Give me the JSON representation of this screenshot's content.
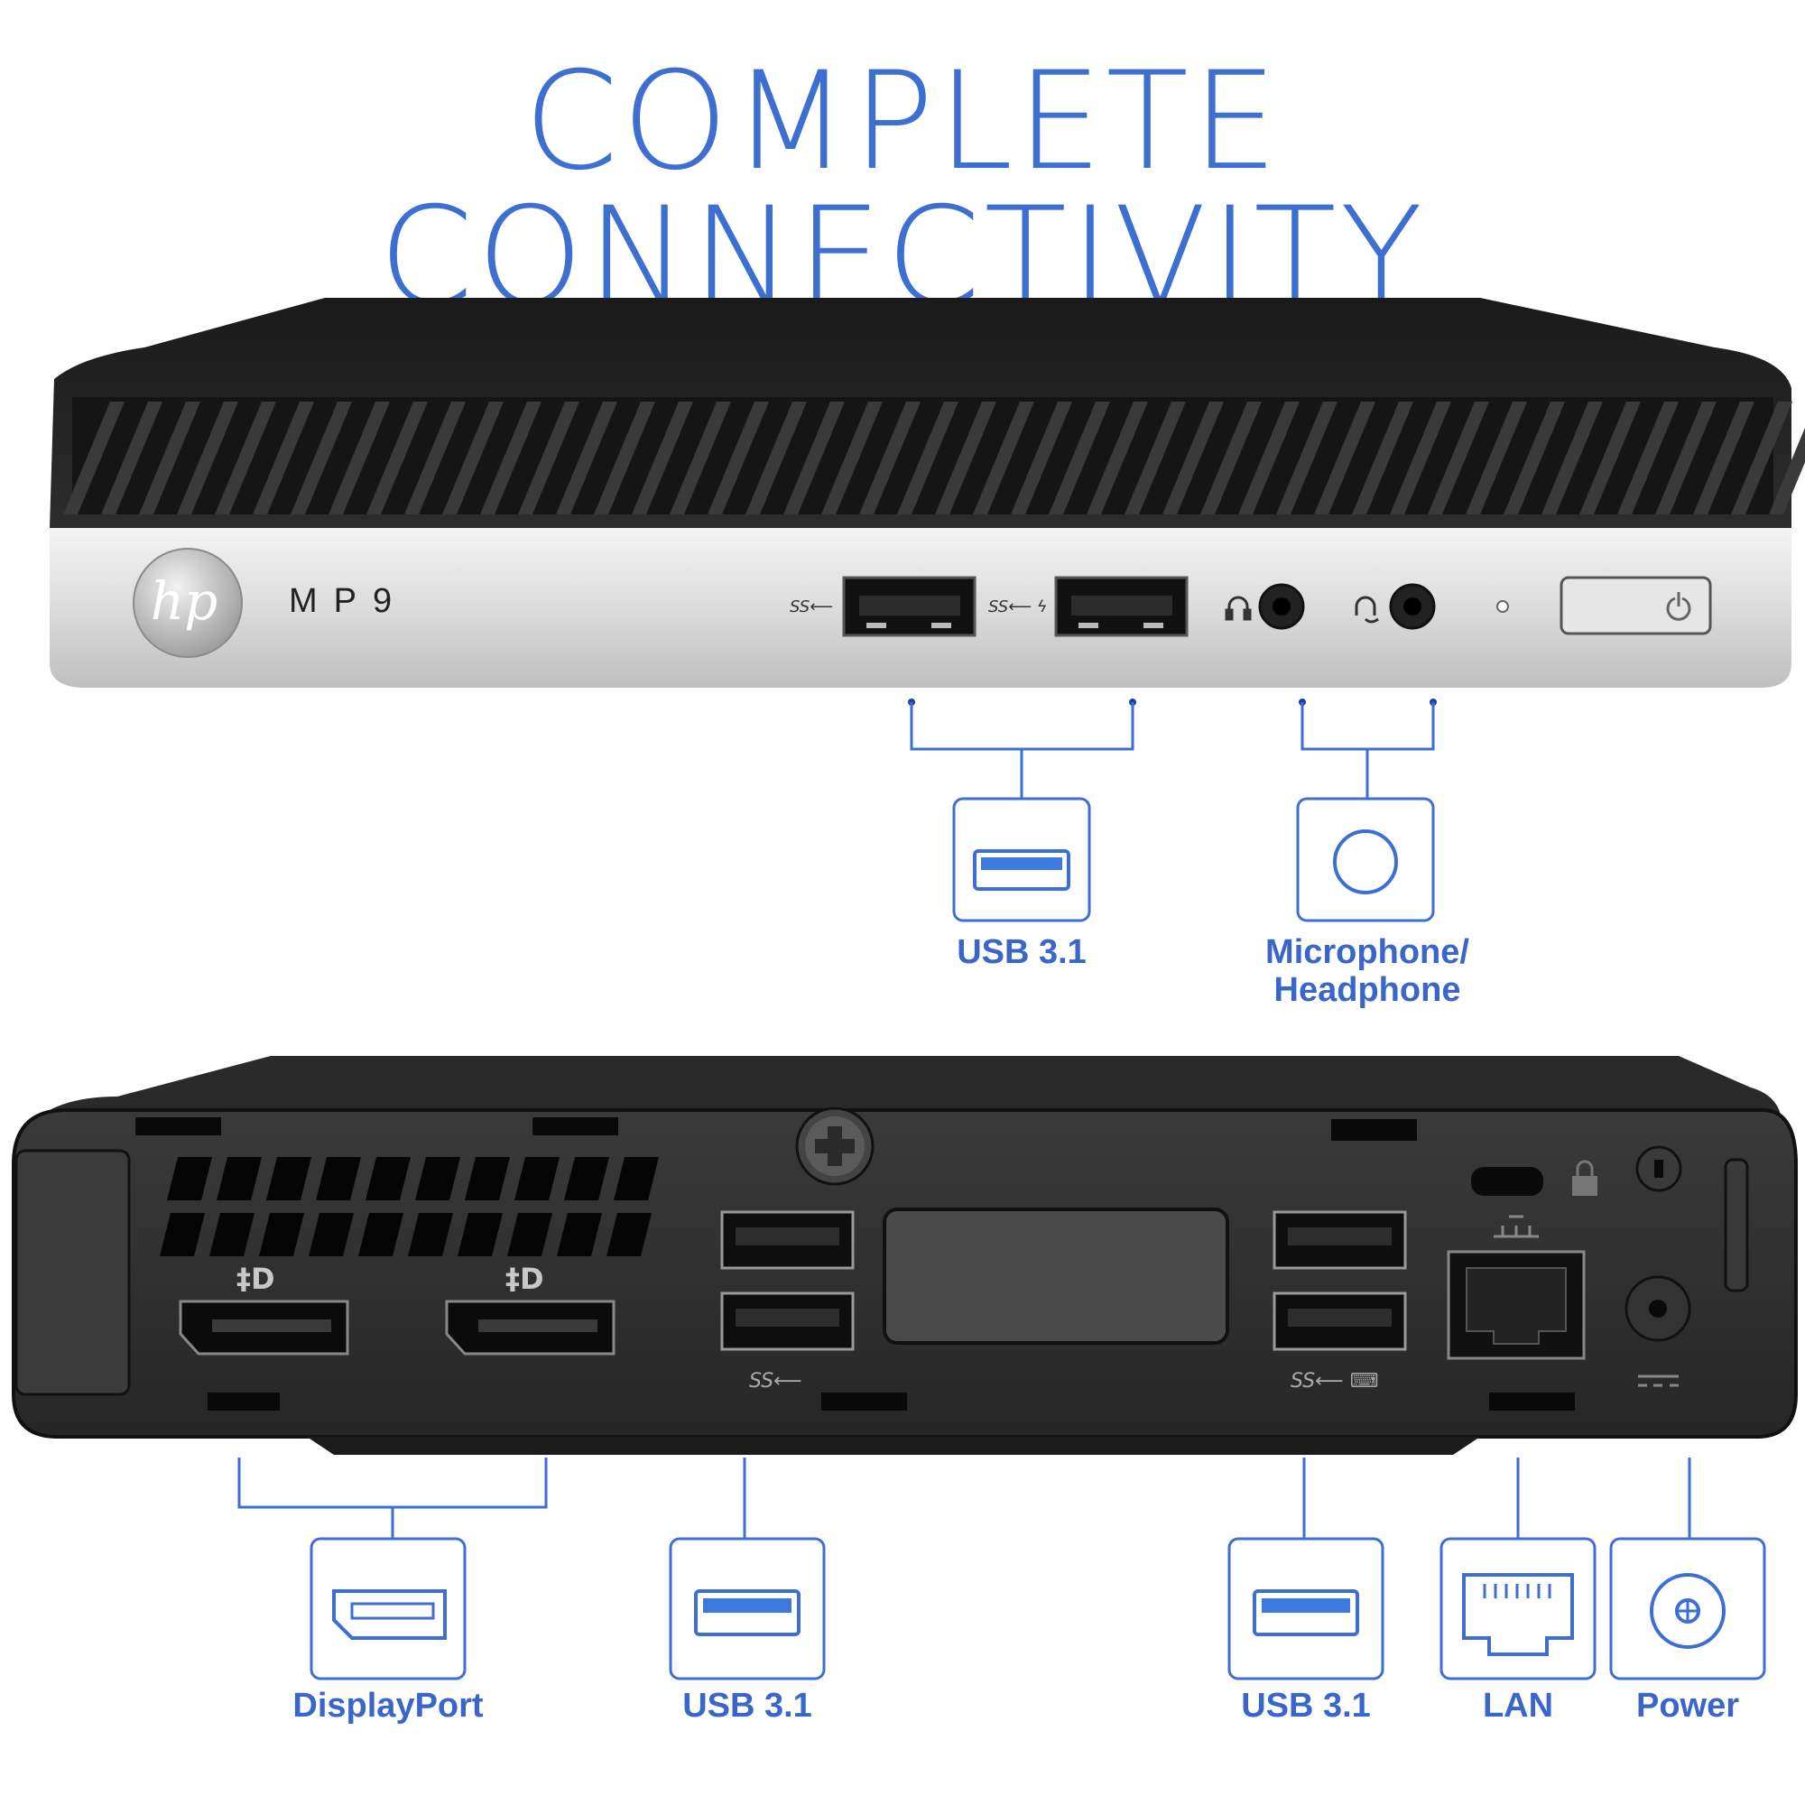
{
  "title": "COMPLETE CONNECTIVITY",
  "front": {
    "brand": "hp",
    "model": "MP9",
    "usb_mark_1": "SS",
    "usb_mark_2": "SS"
  },
  "rear": {
    "usb_mark_left": "SS",
    "usb_mark_right": "SS"
  },
  "labels": {
    "front_usb": "USB 3.1",
    "audio": "Microphone/\nHeadphone",
    "displayport": "DisplayPort",
    "rear_usb_left": "USB 3.1",
    "rear_usb_right": "USB 3.1",
    "lan": "LAN",
    "power": "Power"
  },
  "colors": {
    "accent": "#3d6fd1",
    "chassis": "#2b2b2b",
    "silver": "#d9d9d9"
  }
}
